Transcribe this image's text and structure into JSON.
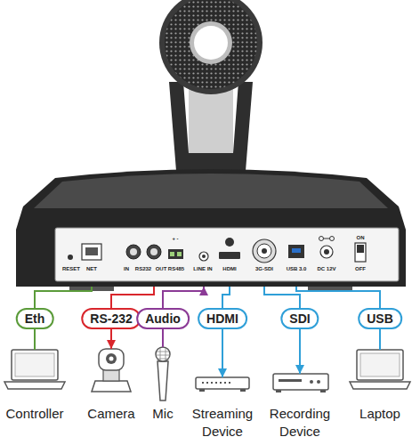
{
  "diagram": {
    "nodes": [
      {
        "text": [
          "RESET",
          "NET",
          "IN",
          "RS232",
          "OUT",
          "+ -",
          "RS485",
          "LINE IN",
          "HDMI",
          "3G-SDI",
          "USB 3.0",
          "DC 12V",
          "ON",
          "OFF"
        ]
      },
      {
        "text": [
          "Controller"
        ]
      },
      {
        "text": [
          "Camera"
        ]
      },
      {
        "text": [
          "Mic"
        ]
      },
      {
        "text": [
          "Streaming Device"
        ]
      },
      {
        "text": [
          "Recording Device"
        ]
      },
      {
        "text": [
          "Laptop"
        ]
      }
    ],
    "edges": [
      {
        "from": 0,
        "to": 1,
        "label": "Eth",
        "arrow": "none"
      },
      {
        "from": 0,
        "to": 2,
        "label": "RS-232",
        "arrow": "to"
      },
      {
        "from": 3,
        "to": 0,
        "label": "Audio",
        "arrow": "to"
      },
      {
        "from": 0,
        "to": 4,
        "label": "HDMI",
        "arrow": "to"
      },
      {
        "from": 0,
        "to": 5,
        "label": "SDI",
        "arrow": "to"
      },
      {
        "from": 0,
        "to": 6,
        "label": "USB",
        "arrow": "none"
      }
    ]
  }
}
